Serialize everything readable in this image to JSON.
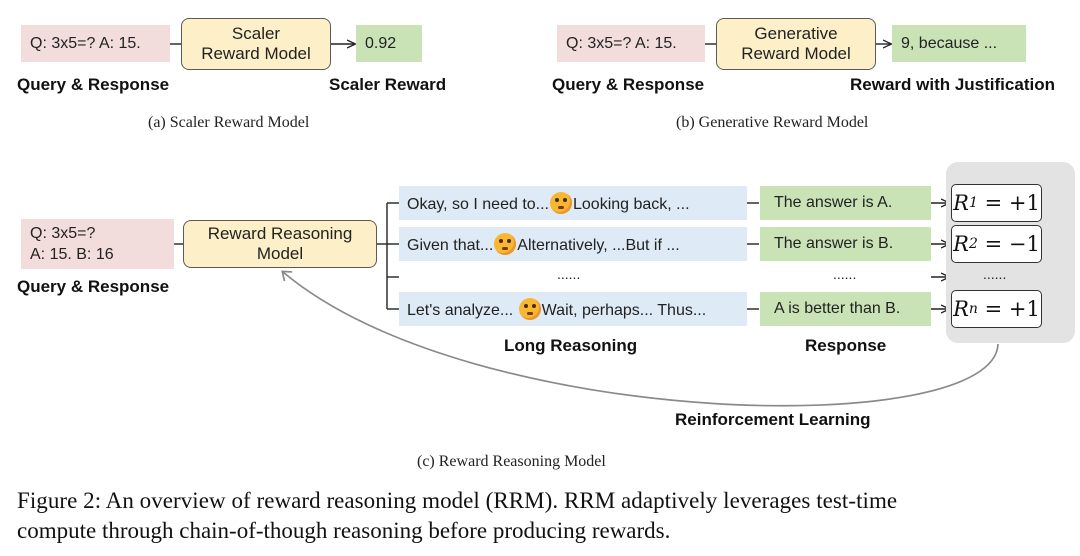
{
  "panel_a": {
    "query": "Q: 3x5=? A: 15.",
    "model_line1": "Scaler",
    "model_line2": "Reward Model",
    "output": "0.92",
    "label_left": "Query & Response",
    "label_right": "Scaler Reward",
    "caption": "(a) Scaler Reward Model"
  },
  "panel_b": {
    "query": "Q: 3x5=? A: 15.",
    "model_line1": "Generative",
    "model_line2": "Reward Model",
    "output": "9, because ...",
    "label_left": "Query & Response",
    "label_right": "Reward with Justification",
    "caption": "(b) Generative Reward Model"
  },
  "panel_c": {
    "query_line1": "Q: 3x5=?",
    "query_line2": "A: 15. B: 16",
    "query_label": "Query & Response",
    "model_line1": "Reward Reasoning",
    "model_line2": "Model",
    "reasoning": [
      {
        "before": "Okay, so I need to...",
        "after": "Looking back, ..."
      },
      {
        "before": "Given that...",
        "after": "Alternatively, ...But if ..."
      },
      {
        "before": "Let's analyze... ",
        "after": "Wait, perhaps... Thus..."
      }
    ],
    "responses": [
      "The answer is A.",
      "The answer is B.",
      "A is better than B."
    ],
    "rewards": [
      {
        "sub": "1",
        "value": "= +1"
      },
      {
        "sub": "2",
        "value": "= −1"
      },
      {
        "sub": "n",
        "value": "= +1"
      }
    ],
    "reward_symbol": "R",
    "ellipsis_reasoning": "......",
    "ellipsis_response": "......",
    "ellipsis_reward": "......",
    "label_reasoning": "Long Reasoning",
    "label_response": "Response",
    "label_rl": "Reinforcement Learning",
    "caption": "(c) Reward Reasoning Model"
  },
  "figure_caption": {
    "line1": "Figure 2:  An overview of reward reasoning model (RRM).  RRM adaptively leverages test-time",
    "line2": "compute through chain-of-though reasoning before producing rewards."
  },
  "colors": {
    "query_bg": "#f3dcdc",
    "output_bg": "#c9e3b6",
    "reasoning_bg": "#deeaf5",
    "model_bg": "#fdf0c8",
    "reward_panel_bg": "#e3e3e3"
  },
  "icons": [
    "thinking-face-icon"
  ]
}
